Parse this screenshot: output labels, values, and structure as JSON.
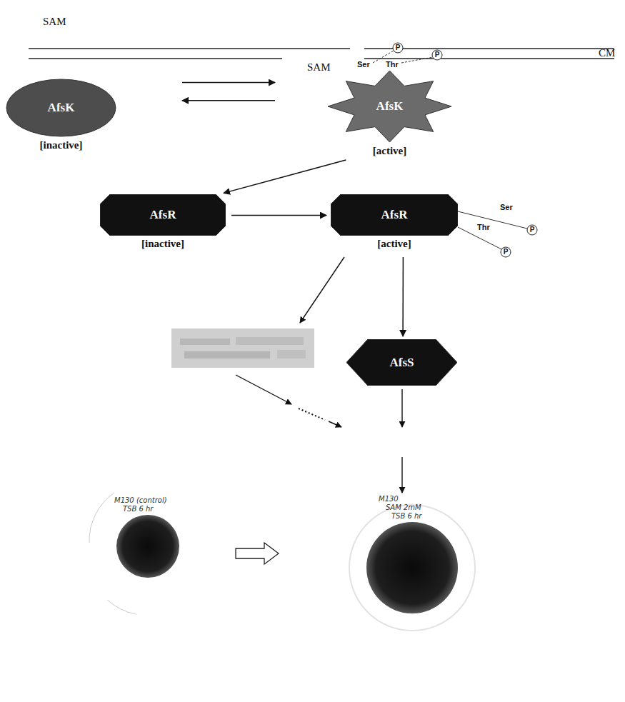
{
  "diagram": {
    "nodes": [
      {
        "text": [
          "AfsK",
          "[inactive]"
        ]
      },
      {
        "text": [
          "AfsK",
          "[active]"
        ]
      },
      {
        "text": [
          "AfsR",
          "[inactive]"
        ]
      },
      {
        "text": [
          "AfsR",
          "[active]"
        ]
      },
      {
        "text": [
          "AfsS"
        ]
      }
    ],
    "edges": [
      {
        "from": 0,
        "to": 1,
        "arrow": "to"
      },
      {
        "from": 1,
        "to": 0,
        "arrow": "to"
      },
      {
        "from": 1,
        "to": 2,
        "arrow": "to"
      },
      {
        "from": 2,
        "to": 3,
        "arrow": "to"
      },
      {
        "from": 3,
        "to": 4,
        "arrow": "to"
      }
    ],
    "labels": [
      "SAM",
      "SAM",
      "CM",
      "Ser",
      "Thr",
      "P",
      "P",
      "Ser",
      "Thr",
      "P",
      "P",
      "M130 (control)",
      "TSB 6 hr",
      "M130",
      "SAM 2mM",
      "TSB 6 hr"
    ]
  }
}
